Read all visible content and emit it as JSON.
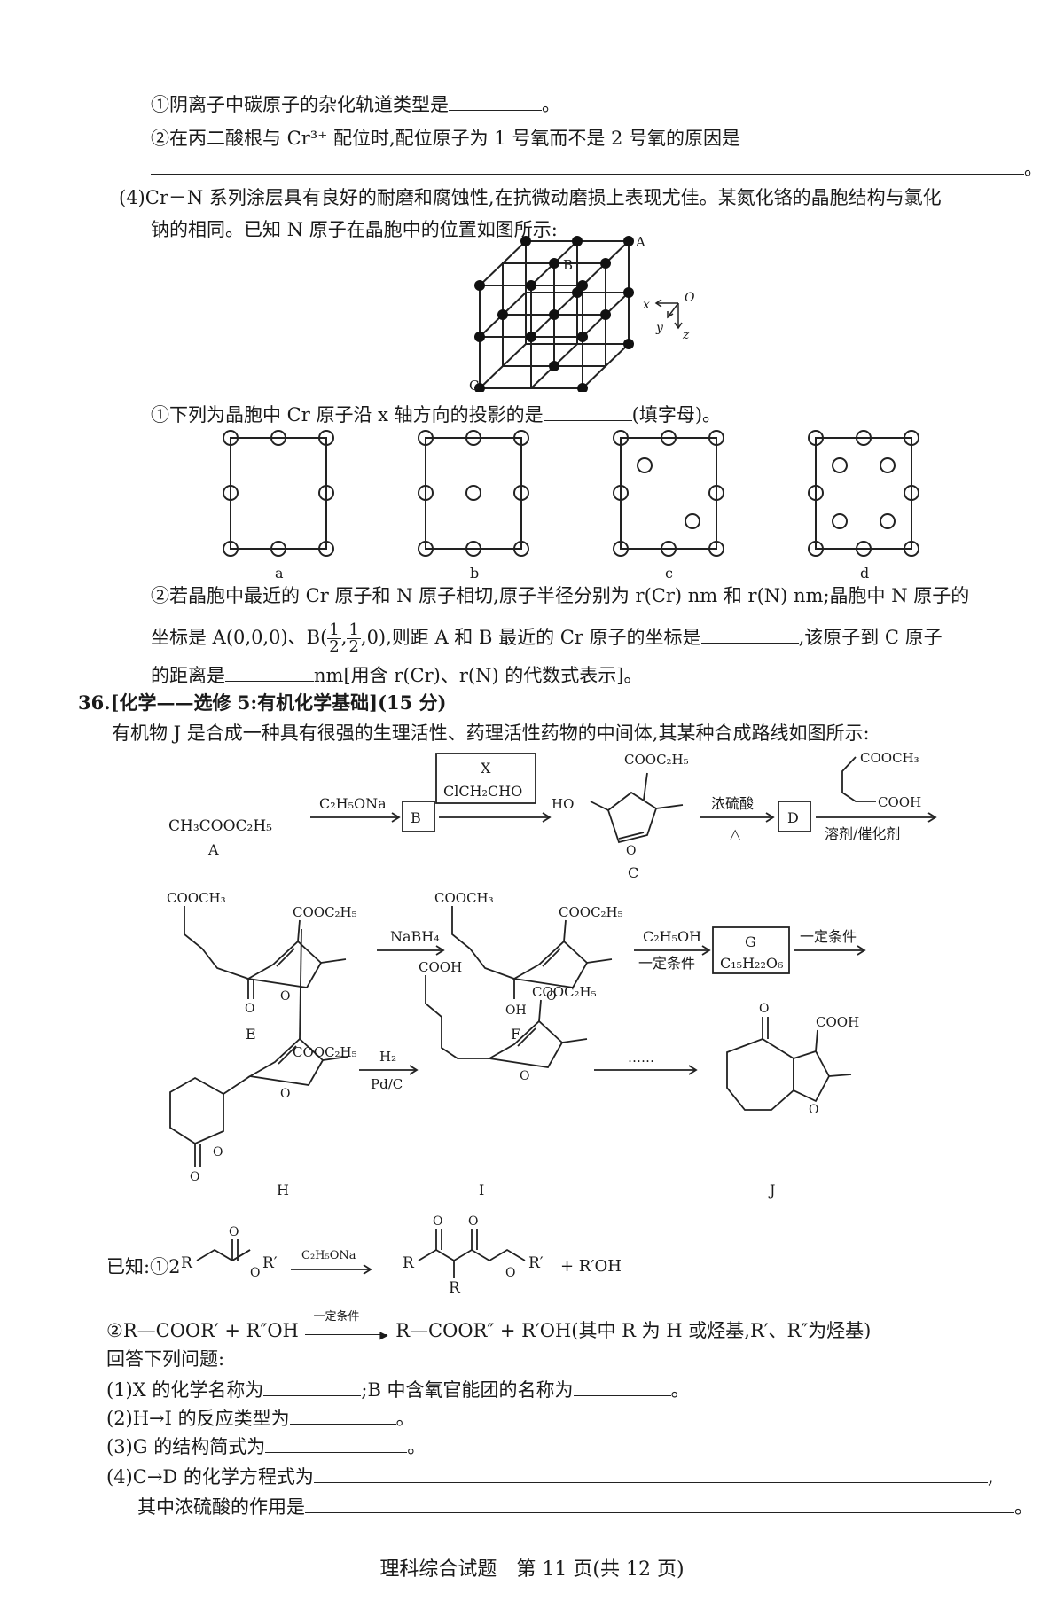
{
  "q35": {
    "p3_1": "①阴离子中碳原子的杂化轨道类型是",
    "p3_1_end": "。",
    "p3_2": "②在丙二酸根与 Cr³⁺ 配位时,配位原子为 1 号氧而不是 2 号氧的原因是",
    "p3_2_end": "。",
    "p4_a": "(4)Cr－N 系列涂层具有良好的耐磨和腐蚀性,在抗微动磨损上表现尤佳。某氮化铬的晶胞结构与氯化",
    "p4_b": "钠的相同。已知 N 原子在晶胞中的位置如图所示:",
    "cell_labels": {
      "a": "A",
      "b": "B",
      "c": "C",
      "x": "x",
      "y": "y",
      "z": "z",
      "o": "O"
    },
    "p4_1": "①下列为晶胞中 Cr 原子沿 x 轴方向的投影的是",
    "p4_1_end": "(填字母)。",
    "option_labels": [
      "a",
      "b",
      "c",
      "d"
    ],
    "p4_2a": "②若晶胞中最近的 Cr 原子和 N 原子相切,原子半径分别为 r(Cr) nm 和 r(N) nm;晶胞中 N 原子的",
    "p4_2b_1": "坐标是 A(0,0,0)、B(",
    "frac_num": "1",
    "frac_den": "2",
    "frac_sep": ",",
    "p4_2b_2": ",0),则距 A 和 B 最近的 Cr 原子的坐标是",
    "p4_2b_3": ",该原子到 C 原子",
    "p4_2c_1": "的距离是",
    "p4_2c_2": "nm[用含 r(Cr)、r(N) 的代数式表示]。"
  },
  "q36": {
    "title": "36.[化学——选修 5:有机化学基础](15 分)",
    "intro": "有机物 J 是合成一种具有很强的生理活性、药理活性药物的中间体,其某种合成路线如图所示:",
    "scheme": {
      "A": "CH₃COOC₂H₅",
      "A_label": "A",
      "r1": "C₂H₅ONa",
      "B": "B",
      "X_top": "X",
      "X_bot": "ClCH₂CHO",
      "C_sub": "COOC₂H₅",
      "C_ho": "HO",
      "C_o": "O",
      "C_label": "C",
      "r2_top": "浓硫酸",
      "r2_bot": "△",
      "D": "D",
      "r3_top1": "COOCH₃",
      "r3_top2": "COOH",
      "r3_bot": "溶剂/催化剂",
      "E_sub1": "COOCH₃",
      "E_sub2": "COOC₂H₅",
      "E_o": "O",
      "E_label": "E",
      "r4": "NaBH₄",
      "F_sub1": "COOCH₃",
      "F_sub2": "COOC₂H₅",
      "F_oh": "OH",
      "F_o": "O",
      "F_label": "F",
      "r5_top": "C₂H₅OH",
      "r5_bot": "一定条件",
      "G_top": "G",
      "G_bot": "C₁₅H₂₂O₆",
      "r6": "一定条件",
      "H_sub": "COOC₂H₅",
      "H_o1": "O",
      "H_o2": "O",
      "H_o3": "O",
      "H_label": "H",
      "r7_top": "H₂",
      "r7_bot": "Pd/C",
      "I_sub1": "COOH",
      "I_sub2": "COOC₂H₅",
      "I_o": "O",
      "I_label": "I",
      "dots": "……",
      "J_o1": "O",
      "J_sub": "COOH",
      "J_o2": "O",
      "J_label": "J"
    },
    "known_label": "已知:①2",
    "known_r": "R",
    "known_r1": "R′",
    "known_cat": "C₂H₅ONa",
    "known_o": "O",
    "known_plus": "+ R′OH",
    "known2_a": "②R—COOR′ + R″OH",
    "known2_cond": "一定条件",
    "known2_b": "R—COOR″ + R′OH(其中 R 为 H 或烃基,R′、R″为烃基)",
    "answer_intro": "回答下列问题:",
    "q1_a": "(1)X 的化学名称为",
    "q1_b": ";B 中含氧官能团的名称为",
    "q1_end": "。",
    "q2": "(2)H→I 的反应类型为",
    "q2_end": "。",
    "q3": "(3)G 的结构简式为",
    "q3_end": "。",
    "q4": "(4)C→D 的化学方程式为",
    "q4_end": ",",
    "q4b": "其中浓硫酸的作用是",
    "q4b_end": "。"
  },
  "footer": "理科综合试题　第 11 页(共 12 页)"
}
